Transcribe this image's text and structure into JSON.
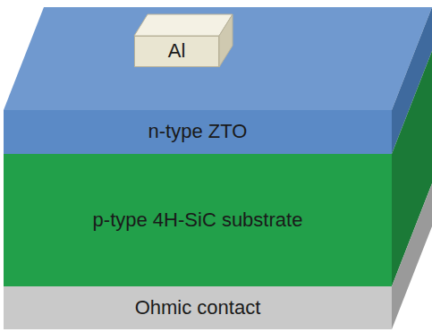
{
  "diagram": {
    "nodes": [
      {
        "text": [
          "Al"
        ]
      },
      {
        "text": [
          "n-type ZTO"
        ]
      },
      {
        "text": [
          "p-type 4H-SiC substrate"
        ]
      },
      {
        "text": [
          "Ohmic contact"
        ]
      }
    ]
  }
}
